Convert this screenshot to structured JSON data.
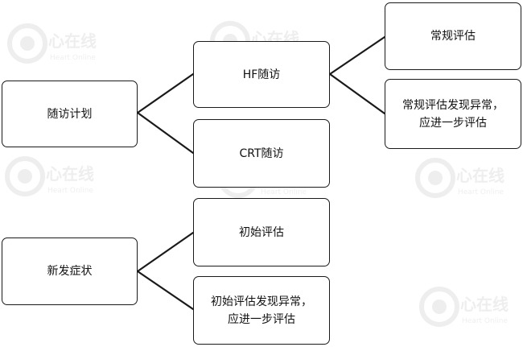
{
  "diagram": {
    "group_followup": {
      "root": "随访计划",
      "hf_followup": "HF随访",
      "crt_followup": "CRT随访",
      "routine_eval": "常规评估",
      "routine_abnormal": "常规评估发现异常，\n应进一步评估"
    },
    "group_symptom": {
      "root": "新发症状",
      "initial_eval": "初始评估",
      "initial_abnormal": "初始评估发现异常，\n应进一步评估"
    }
  },
  "watermark": {
    "brand": "心在线",
    "brand_en": "Heart Online",
    "icon": "heart-swirl-logo"
  },
  "colors": {
    "stroke": "#1a1a1a",
    "text": "#111111",
    "watermark": "#9a9a9a"
  }
}
